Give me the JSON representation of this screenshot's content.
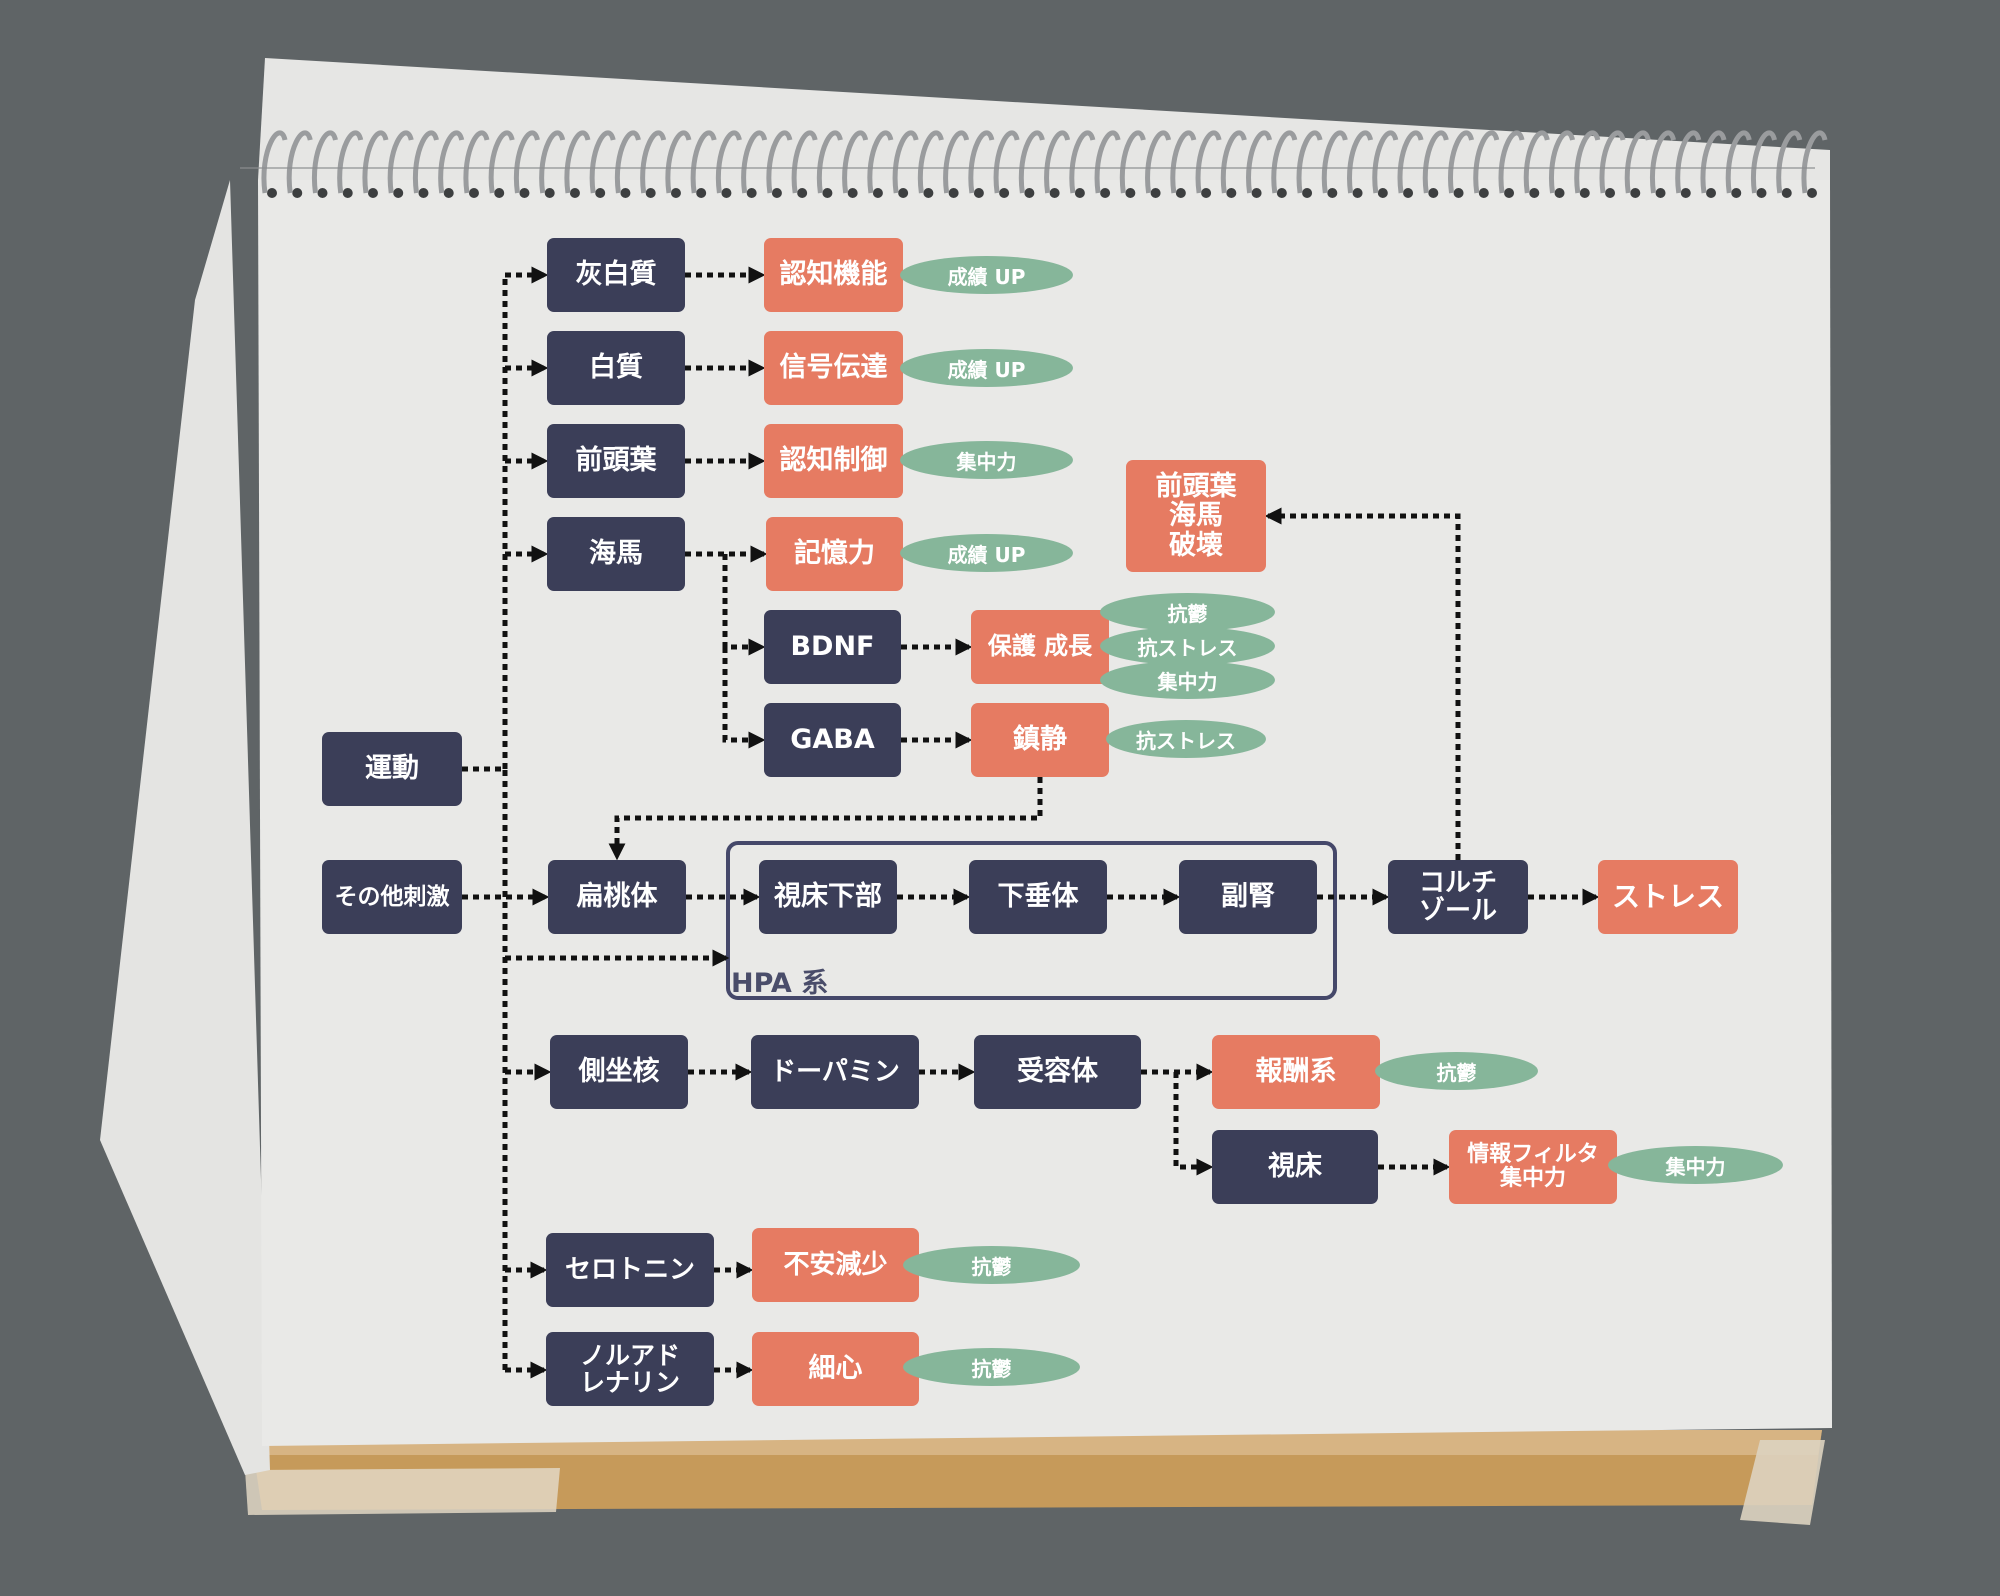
{
  "nodes": {
    "undo": "運動",
    "sonota": "その他刺激",
    "kaihakushitsu": "灰白質",
    "hakushitsu": "白質",
    "zentouyou1": "前頭葉",
    "kaiba": "海馬",
    "bdnf": "BDNF",
    "gaba": "GABA",
    "ninchikinou": "認知機能",
    "shingou": "信号伝達",
    "ninchiseigyo": "認知制御",
    "kioku": "記憶力",
    "hogo": "保護 成長",
    "chinsei": "鎮静",
    "hakai": "前頭葉\n海馬\n破壊",
    "hentoutai": "扁桃体",
    "shishoukabu": "視床下部",
    "kasuitai": "下垂体",
    "fukujin": "副腎",
    "cortisol": "コルチ\nゾール",
    "stress": "ストレス",
    "sokuzakaku": "側坐核",
    "dopamine": "ドーパミン",
    "juyoutai": "受容体",
    "houshuukei": "報酬系",
    "shishou": "視床",
    "jouhou": "情報フィルタ\n集中力",
    "serotonin": "セロトニン",
    "fuan": "不安減少",
    "noradrenaline": "ノルアド\nレナリン",
    "saishin": "細心"
  },
  "tags": {
    "t1": "成績 UP",
    "t2": "成績 UP",
    "t3": "集中力",
    "t4": "成績 UP",
    "t5": "抗鬱",
    "t6": "抗ストレス",
    "t7": "集中力",
    "t8": "抗ストレス",
    "t9": "抗鬱",
    "t10": "集中力",
    "t11": "抗鬱",
    "t12": "抗鬱"
  },
  "hpa_label": "HPA 系",
  "colors": {
    "dark_node": "#3b3e58",
    "coral_node": "#e67b62",
    "green_tag": "#86b69a",
    "paper": "#e9e9e7",
    "background": "#5f6466"
  }
}
